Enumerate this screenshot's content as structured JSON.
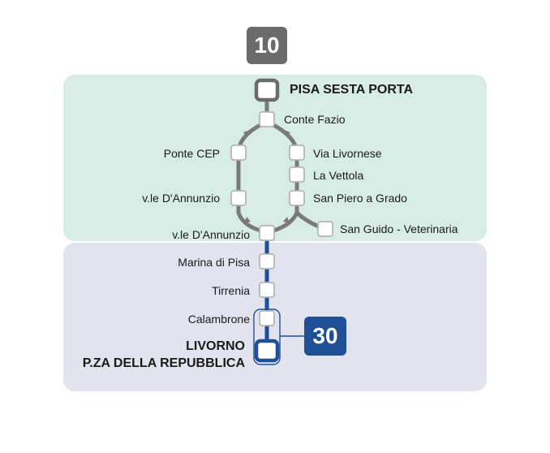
{
  "lines": {
    "line_10": {
      "number": "10",
      "color": "#6b6b6b"
    },
    "line_30": {
      "number": "30",
      "color": "#1f4f96"
    }
  },
  "zones": {
    "top_color": "#d8ece6",
    "bottom_color": "#e1e3ef"
  },
  "stops": {
    "pisa_sesta_porta": "PISA SESTA PORTA",
    "conte_fazio": "Conte Fazio",
    "ponte_cep": "Ponte CEP",
    "via_livornese": "Via Livornese",
    "la_vettola": "La Vettola",
    "vle_dannunzio_upper": "v.le D'Annunzio",
    "san_piero_a_grado": "San Piero a Grado",
    "san_guido": "San Guido - Veterinaria",
    "vle_dannunzio_junction": "v.le D'Annunzio",
    "marina_di_pisa": "Marina di Pisa",
    "tirrenia": "Tirrenia",
    "calambrone": "Calambrone",
    "livorno_line1": "LIVORNO",
    "livorno_line2": "P.ZA DELLA REPUBBLICA"
  }
}
